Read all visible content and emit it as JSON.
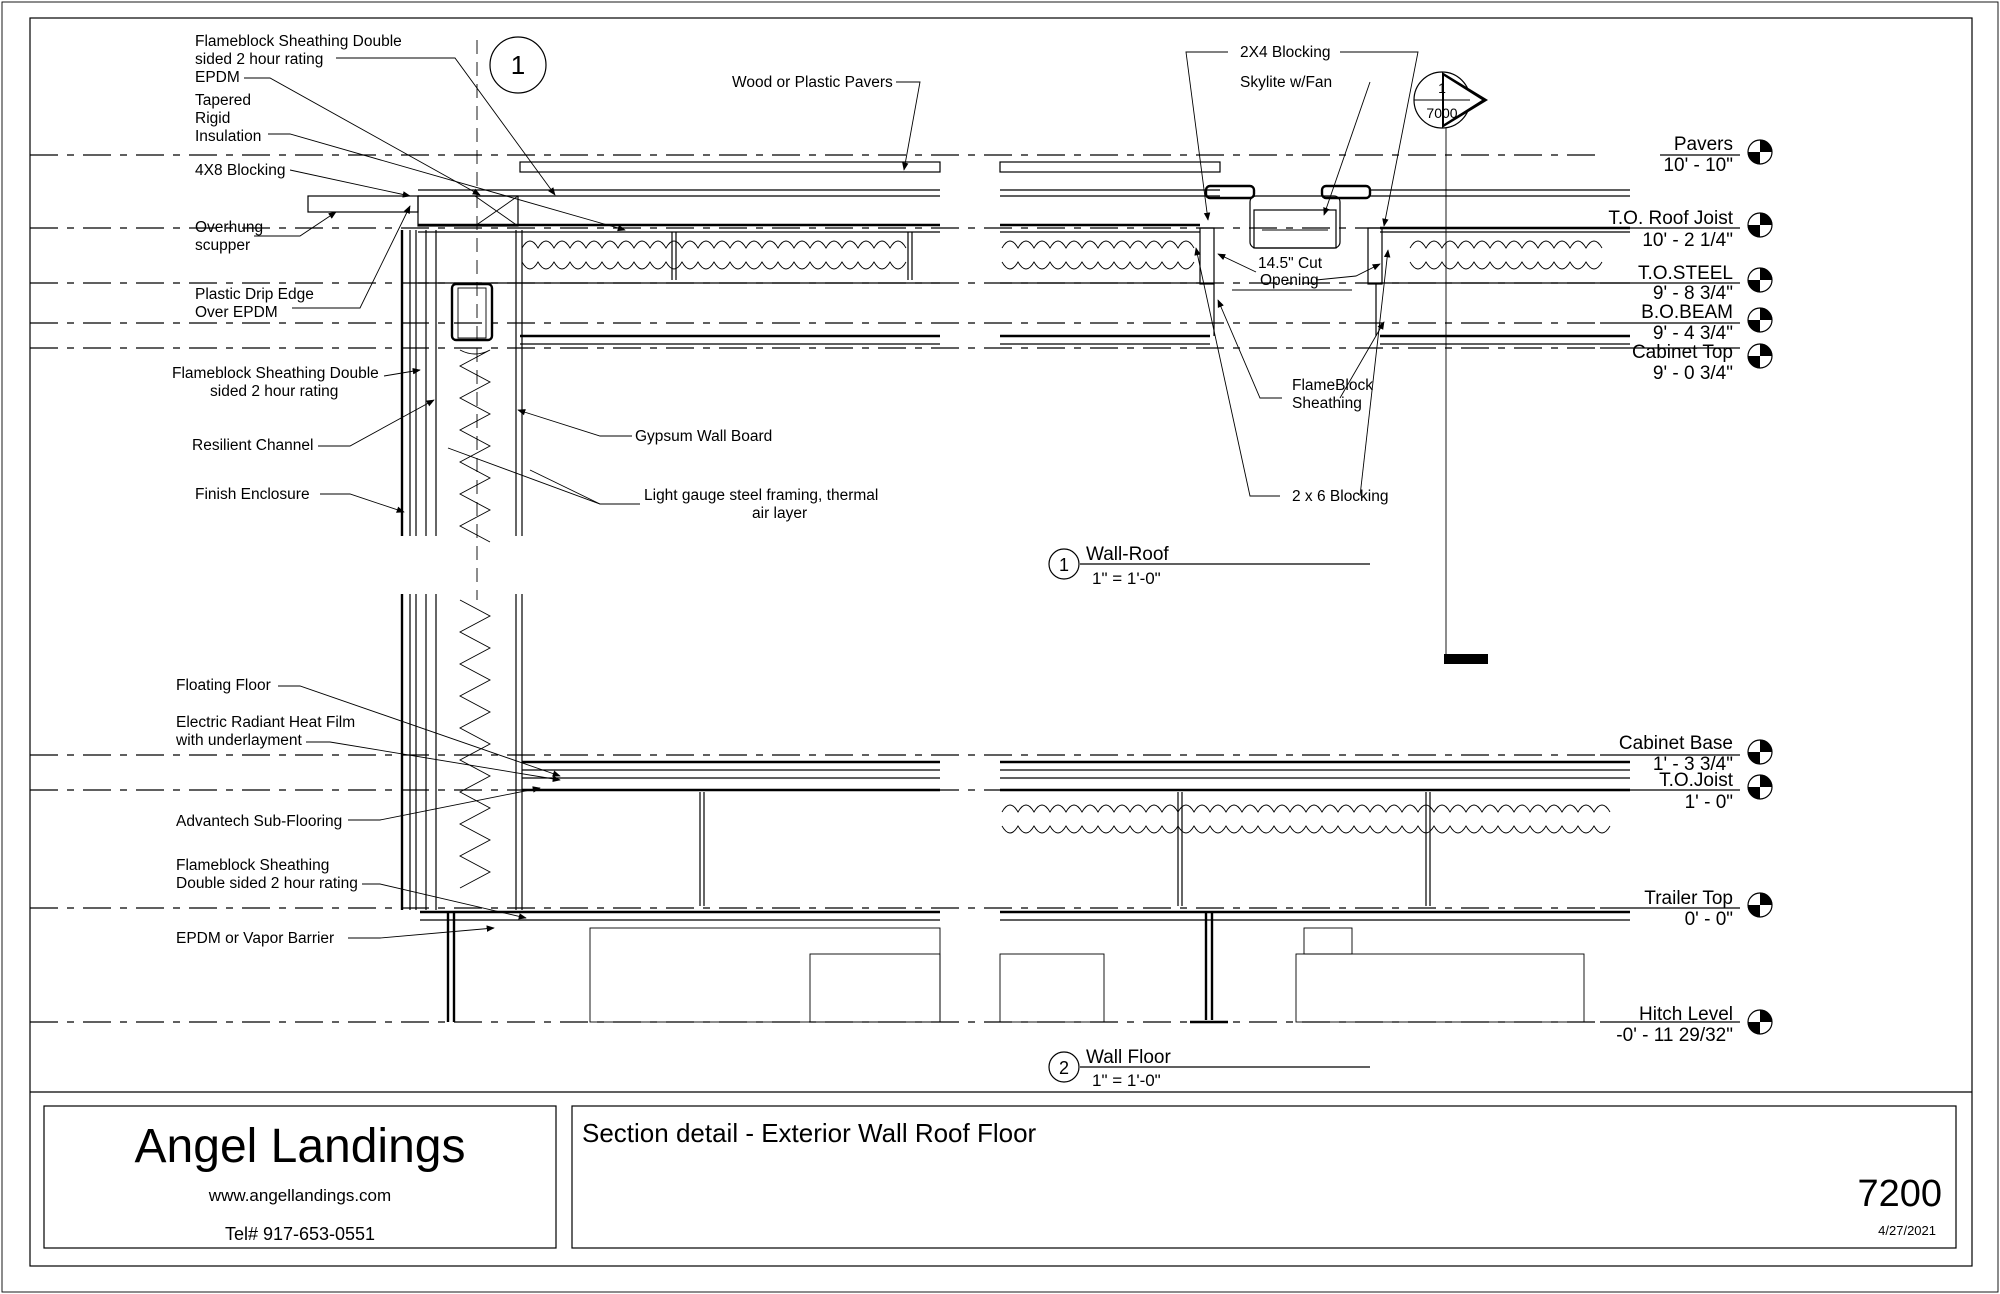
{
  "titleblock": {
    "company": "Angel Landings",
    "website": "www.angellandings.com",
    "phone": "Tel# 917-653-0551",
    "sheet_title": "Section detail - Exterior Wall Roof Floor",
    "sheet_number": "7200",
    "date": "4/27/2021"
  },
  "views": {
    "wall_roof": {
      "number": "1",
      "title": "Wall-Roof",
      "scale": "1\" = 1'-0\""
    },
    "wall_floor": {
      "number": "2",
      "title": "Wall Floor",
      "scale": "1\" = 1'-0\""
    },
    "top_section_tag": "1",
    "section_ref": {
      "top": "1",
      "bottom": "7000"
    }
  },
  "labels": {
    "flameblock_double_1": "Flameblock Sheathing Double",
    "flameblock_double_2": "sided 2 hour rating",
    "epdm": "EPDM",
    "tapered_1": "Tapered",
    "tapered_2": "Rigid",
    "tapered_3": "Insulation",
    "blocking_4x8": "4X8 Blocking",
    "overhung_1": "Overhung",
    "overhung_2": "scupper",
    "drip_1": "Plastic Drip Edge",
    "drip_2": "Over EPDM",
    "flameblock_wall_1": "Flameblock Sheathing Double",
    "flameblock_wall_2": "sided 2 hour rating",
    "resilient": "Resilient Channel",
    "finish": "Finish Enclosure",
    "gypsum": "Gypsum Wall Board",
    "steel_1": "Light gauge steel framing, thermal",
    "steel_2": "air layer",
    "pavers_note": "Wood or Plastic Pavers",
    "blocking_2x4": "2X4 Blocking",
    "skylite": "Skylite w/Fan",
    "cut_1": "14.5\" Cut",
    "cut_2": "Opening",
    "flameblock_sk_1": "FlameBlock",
    "flameblock_sk_2": "Sheathing",
    "blocking_2x6": "2 x 6 Blocking",
    "floating": "Floating Floor",
    "radiant_1": "Electric Radiant Heat Film",
    "radiant_2": "with underlayment",
    "advantech": "Advantech Sub-Flooring",
    "flameblock_floor_1": "Flameblock Sheathing",
    "flameblock_floor_2": "Double sided 2 hour rating",
    "epdm_vapor": "EPDM or Vapor Barrier"
  },
  "levels": [
    {
      "name": "Pavers",
      "elevation": "10' - 10\""
    },
    {
      "name": "T.O. Roof Joist",
      "elevation": "10' - 2 1/4\""
    },
    {
      "name": "T.O.STEEL",
      "elevation": "9' - 8 3/4\""
    },
    {
      "name": "B.O.BEAM",
      "elevation": "9' - 4 3/4\""
    },
    {
      "name": "Cabinet Top",
      "elevation": "9' - 0 3/4\""
    },
    {
      "name": "Cabinet Base",
      "elevation": "1' - 3 3/4\""
    },
    {
      "name": "T.O.Joist",
      "elevation": "1' - 0\""
    },
    {
      "name": "Trailer Top",
      "elevation": "0' - 0\""
    },
    {
      "name": "Hitch Level",
      "elevation": "-0' - 11 29/32\""
    }
  ]
}
